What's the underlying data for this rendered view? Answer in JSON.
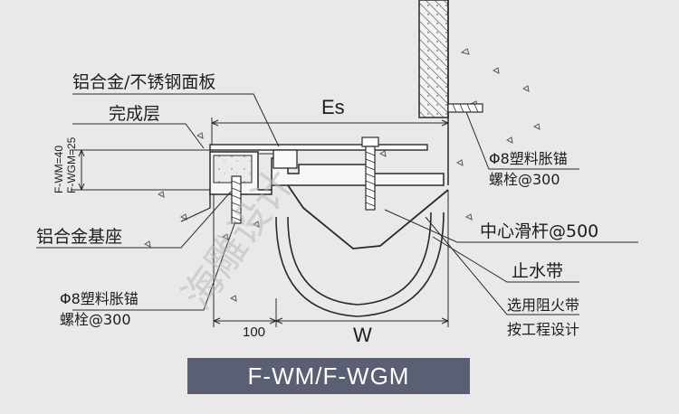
{
  "labels": {
    "panel": "铝合金/不锈钢面板",
    "finish_layer": "完成层",
    "base": "铝合金基座",
    "anchor_left_line1": "Φ8塑料胀锚",
    "anchor_left_line2": "螺栓@300",
    "anchor_right_line1": "Φ8塑料胀锚",
    "anchor_right_line2": "螺栓@300",
    "center_rod": "中心滑杆@500",
    "waterstop": "止水带",
    "fire_line1": "选用阻火带",
    "fire_line2": "按工程设计"
  },
  "dimensions": {
    "es": "Es",
    "w": "W",
    "offset_100": "100",
    "height_wm": "F-WM=40",
    "height_wgm": "F-WGM=25"
  },
  "model_name": "F-WM/F-WGM",
  "watermark": "海雕设计",
  "colors": {
    "background": "#e9e9e9",
    "line": "#2a2a2a",
    "banner": "#5a5f73",
    "banner_text": "#ffffff"
  }
}
